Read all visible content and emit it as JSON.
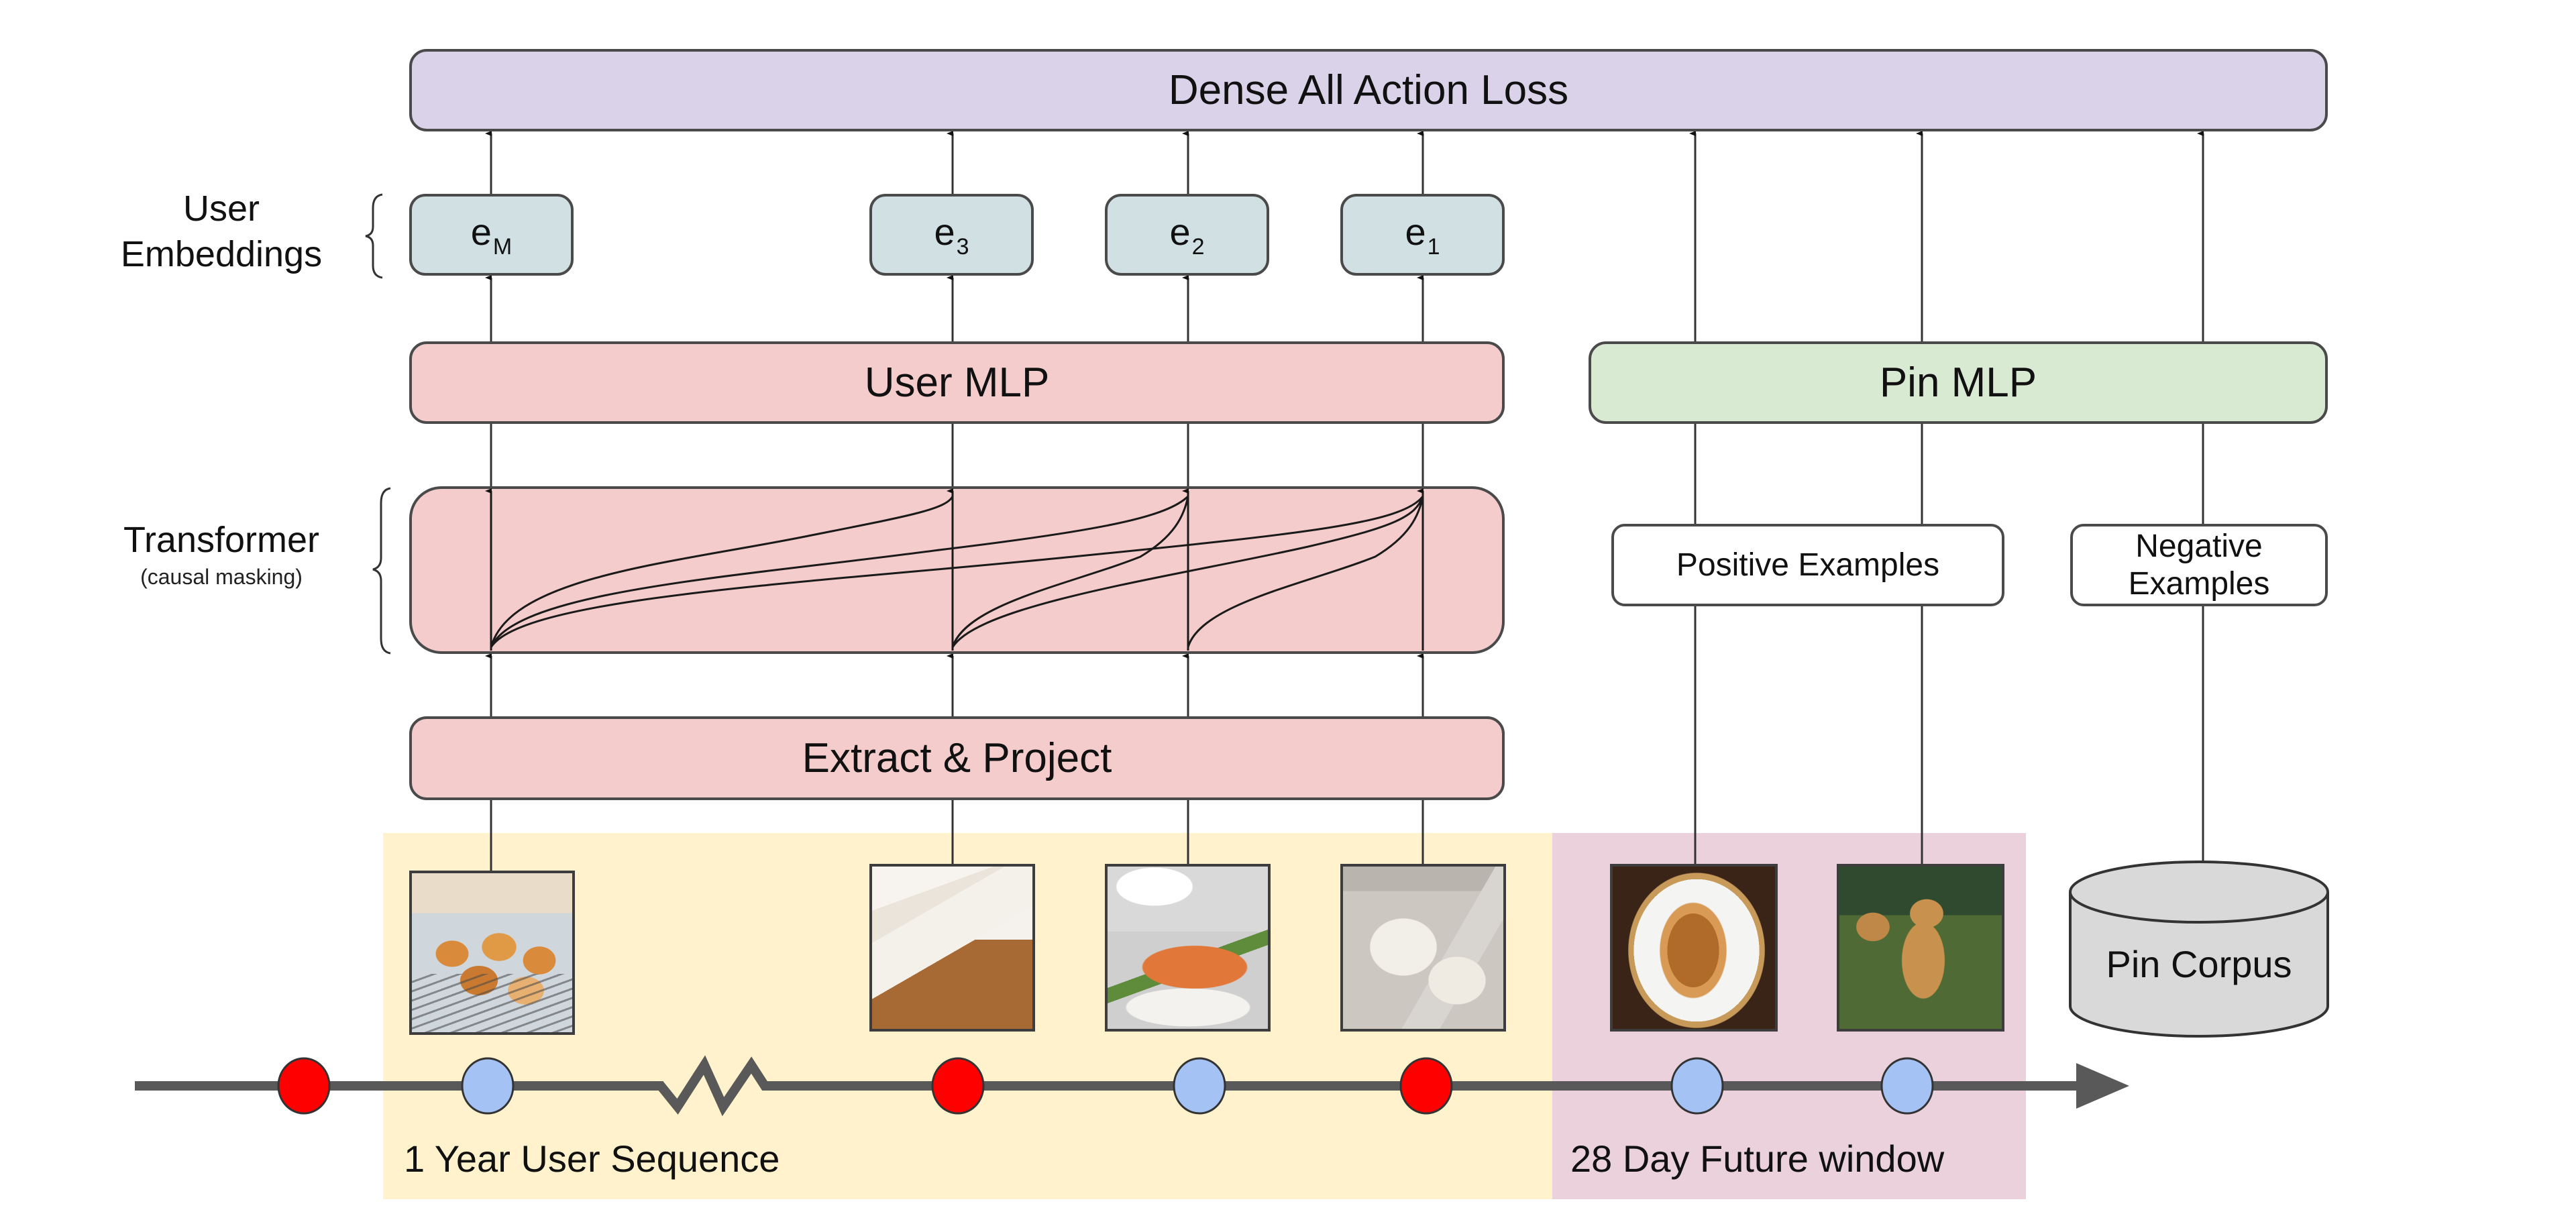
{
  "loss": {
    "label": "Dense All Action Loss"
  },
  "left_labels": {
    "user_embeddings_line1": "User",
    "user_embeddings_line2": "Embeddings",
    "transformer": "Transformer",
    "transformer_note": "(causal masking)"
  },
  "embeddings": [
    {
      "base": "e",
      "sub": "M"
    },
    {
      "base": "e",
      "sub": "3"
    },
    {
      "base": "e",
      "sub": "2"
    },
    {
      "base": "e",
      "sub": "1"
    }
  ],
  "user_mlp": {
    "label": "User MLP"
  },
  "pin_mlp": {
    "label": "Pin MLP"
  },
  "extract": {
    "label": "Extract & Project"
  },
  "positive": {
    "label": "Positive Examples"
  },
  "negative": {
    "line1": "Negative",
    "line2": "Examples"
  },
  "corpus": {
    "label": "Pin Corpus"
  },
  "timeline": {
    "history_label": "1 Year User Sequence",
    "future_label": "28 Day Future window",
    "events": [
      {
        "type": "negative",
        "color": "#ff0000"
      },
      {
        "type": "positive",
        "color": "#a4c2f4"
      },
      {
        "type": "negative",
        "color": "#ff0000"
      },
      {
        "type": "positive",
        "color": "#a4c2f4"
      },
      {
        "type": "negative",
        "color": "#ff0000"
      },
      {
        "type": "positive",
        "color": "#a4c2f4"
      },
      {
        "type": "positive",
        "color": "#a4c2f4"
      }
    ]
  },
  "images": [
    {
      "name": "bread-rolls-image",
      "subject": "bread rolls on cooling rack"
    },
    {
      "name": "sliced-bread-image",
      "subject": "sliced white bread loaf"
    },
    {
      "name": "salmon-image",
      "subject": "glazed salmon with asparagus and rice"
    },
    {
      "name": "dog-bed-image",
      "subject": "white fluffy dog in bed"
    },
    {
      "name": "pasta-image",
      "subject": "pasta dish on plate"
    },
    {
      "name": "dog-image",
      "subject": "golden retriever puppy on grass"
    }
  ],
  "colors": {
    "loss": "#d9d2e9",
    "user_blocks": "#f4cccc",
    "pin_mlp": "#d9ead3",
    "embedding": "#d0e0e3",
    "history_band": "#fff2cc",
    "future_band": "#ead1dc",
    "corpus": "#d9d9d9",
    "timeline": "#595959"
  }
}
